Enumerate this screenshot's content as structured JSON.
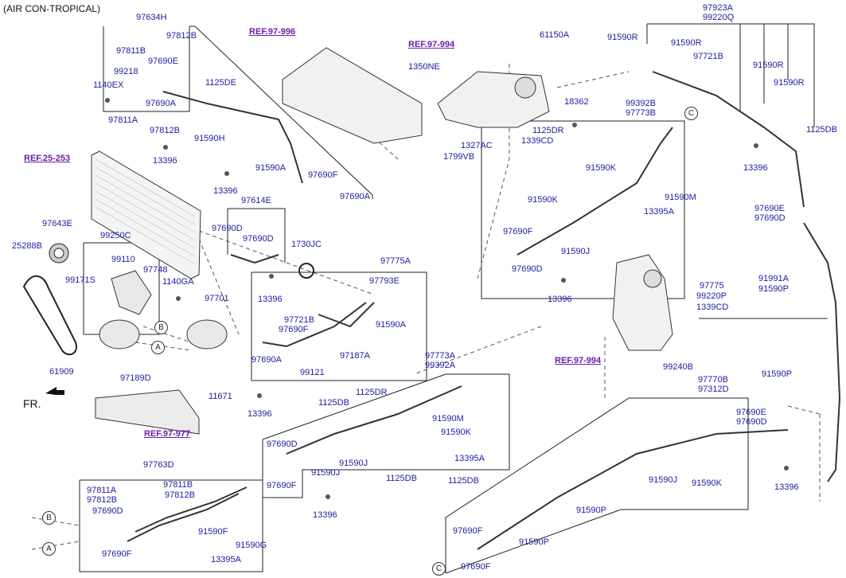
{
  "title": "(AIR CON-TROPICAL)",
  "front_label": "FR.",
  "callouts": {
    "a": "A",
    "b": "B",
    "c": "C"
  },
  "labels": {
    "p97634H": "97634H",
    "p97812B_1": "97812B",
    "p97811B_1": "97811B",
    "p97690E_1": "97690E",
    "p99218": "99218",
    "p1140EX": "1140EX",
    "p97690A_1": "97690A",
    "p1125DE": "1125DE",
    "p97811A_1": "97811A",
    "p97812B_2": "97812B",
    "p91590H": "91590H",
    "p13396_1": "13396",
    "p91590A_1": "91590A",
    "p13396_2": "13396",
    "p97690F_1": "97690F",
    "p97690A_2": "97690A",
    "p1350NE": "1350NE",
    "p61150A": "61150A",
    "p18362": "18362",
    "p1125DR_1": "1125DR",
    "p1339CD_1": "1339CD",
    "p1327AC": "1327AC",
    "p1799VB": "1799VB",
    "p97923A": "97923A",
    "p99220Q": "99220Q",
    "p91590R_1": "91590R",
    "p91590R_2": "91590R",
    "p97721B_1": "97721B",
    "p91590R_3": "91590R",
    "p91590R_4": "91590R",
    "p1125DB_1": "1125DB",
    "p13396_3": "13396",
    "p99392B": "99392B",
    "p97773B": "97773B",
    "p91590K_1": "91590K",
    "p91590K_2": "91590K",
    "p91590M_1": "91590M",
    "p13395A_1": "13395A",
    "p97690F_2": "97690F",
    "p91590J_1": "91590J",
    "p97690D_1": "97690D",
    "p13396_4": "13396",
    "p97614E": "97614E",
    "p97690D_2": "97690D",
    "p97690D_3": "97690D",
    "p1730JC": "1730JC",
    "p13396_5": "13396",
    "p97643E": "97643E",
    "p25288B": "25288B",
    "p99250C": "99250C",
    "p99110": "99110",
    "p97748": "97748",
    "p99171S": "99171S",
    "p1140GA": "1140GA",
    "p97701": "97701",
    "p61909": "61909",
    "p11671": "11671",
    "p97775A": "97775A",
    "p97793E": "97793E",
    "p97721B_2": "97721B",
    "p97690F_3": "97690F",
    "p91590A_2": "91590A",
    "p97187A": "97187A",
    "p97690A_3": "97690A",
    "p99121": "99121",
    "p1125DB_2": "1125DB",
    "p1125DR_2": "1125DR",
    "p13396_6": "13396",
    "p97690E_2": "97690E",
    "p97690D_4": "97690D",
    "p97775": "97775",
    "p99220P": "99220P",
    "p1339CD_2": "1339CD",
    "p91991A": "91991A",
    "p91590P_1": "91590P",
    "p99240B": "99240B",
    "p91590P_2": "91590P",
    "p97770B": "97770B",
    "p97312D": "97312D",
    "p97189D": "97189D",
    "p97773A": "97773A",
    "p99392A": "99392A",
    "p91590M_2": "91590M",
    "p91590K_3": "91590K",
    "p97690D_5": "97690D",
    "p13395A_2": "13395A",
    "p91590J_2": "91590J",
    "p91590J_3": "91590J",
    "p1125DB_3": "1125DB",
    "p1125DB_4": "1125DB",
    "p97690F_4": "97690F",
    "p13396_7": "13396",
    "p97763D": "97763D",
    "p97811A_2": "97811A",
    "p97811B_2": "97811B",
    "p97812B_3": "97812B",
    "p97812B_4": "97812B",
    "p97690D_6": "97690D",
    "p91590F": "91590F",
    "p91590G": "91590G",
    "p97690F_5": "97690F",
    "p13395A_3": "13395A",
    "p97690E_3": "97690E",
    "p97690D_7": "97690D",
    "p91590J_4": "91590J",
    "p91590K_4": "91590K",
    "p13396_8": "13396",
    "p91590P_3": "91590P",
    "p91590P_4": "91590P",
    "p97690F_6": "97690F",
    "p97690F_7": "97690F"
  },
  "refs": {
    "r97996": "REF.97-996",
    "r97994_1": "REF.97-994",
    "r25253": "REF.25-253",
    "r97977": "REF.97-977",
    "r97994_2": "REF.97-994"
  }
}
